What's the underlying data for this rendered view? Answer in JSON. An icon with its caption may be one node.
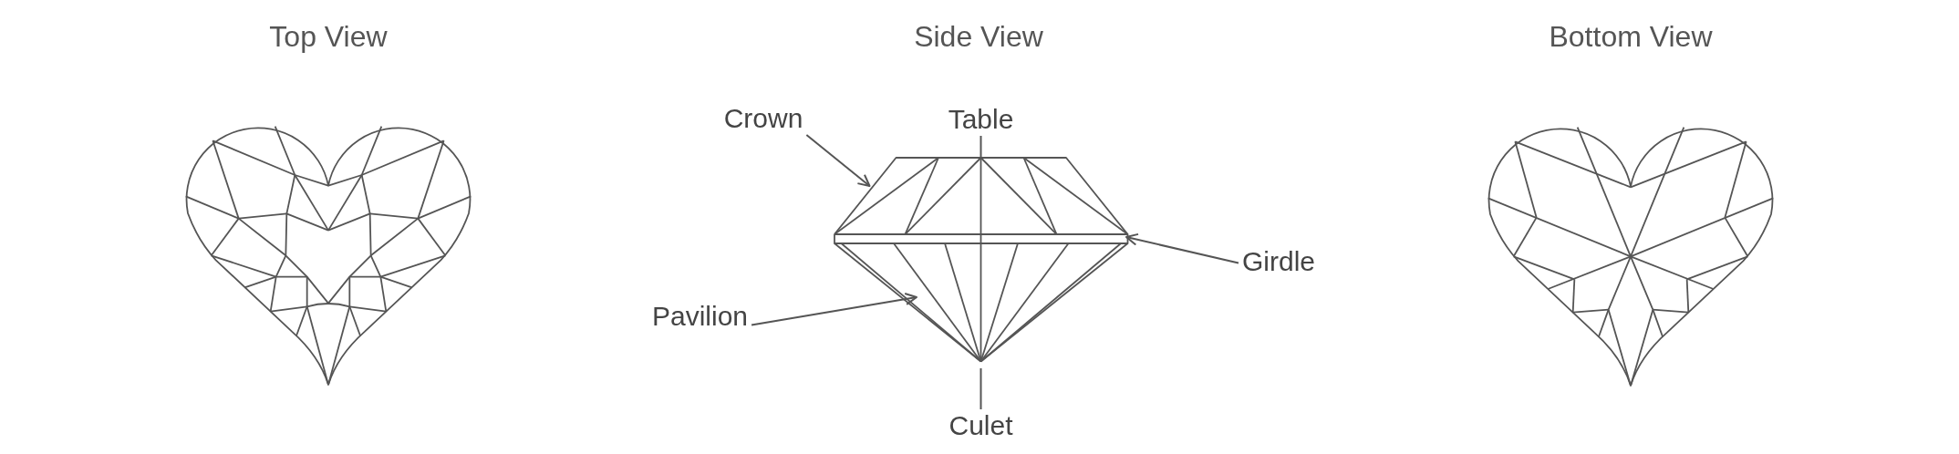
{
  "diagram": {
    "nodes": [
      {
        "text": [
          "Crown"
        ]
      },
      {
        "text": [
          "Table"
        ]
      },
      {
        "text": [],
        "shape": "picture"
      },
      {
        "text": [
          "Girdle"
        ]
      },
      {
        "text": [
          "Pavilion"
        ]
      },
      {
        "text": [
          "Culet"
        ]
      }
    ],
    "edges": [
      {
        "from": 0,
        "to": 2,
        "arrow": "to"
      },
      {
        "from": 1,
        "to": 2,
        "arrow": "none"
      },
      {
        "from": 3,
        "to": 2,
        "arrow": "to"
      },
      {
        "from": 4,
        "to": 2,
        "arrow": "to"
      },
      {
        "from": 5,
        "to": 2,
        "arrow": "none"
      }
    ],
    "labels": [
      "Top View",
      "Side View",
      "Bottom View"
    ]
  }
}
